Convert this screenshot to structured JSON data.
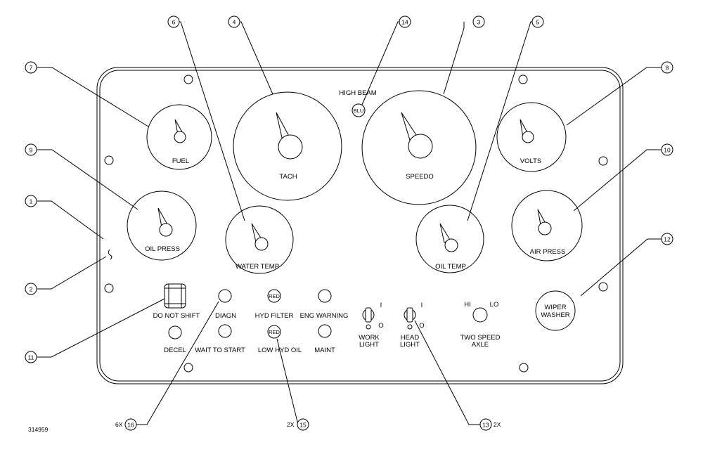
{
  "drawing_id": "314959",
  "gauges": {
    "fuel": "FUEL",
    "tach": "TACH",
    "speedo": "SPEEDO",
    "volts": "VOLTS",
    "oil_press": "OIL PRESS",
    "water_temp": "WATER TEMP",
    "oil_temp": "OIL TEMP",
    "air_press": "AIR PRESS"
  },
  "high_beam": {
    "label": "HIGH BEAM",
    "lens": "BLU"
  },
  "indicators": {
    "do_not_shift": "DO NOT SHIFT",
    "diagn": "DIAGN",
    "hyd_filter": "HYD FILTER",
    "hyd_filter_lens": "RED",
    "eng_warning": "ENG WARNING",
    "decel": "DECEL",
    "wait_to_start": "WAIT TO START",
    "low_hyd_oil": "LOW HYD OIL",
    "low_hyd_oil_lens": "RED",
    "maint": "MAINT"
  },
  "switches": {
    "work_light": [
      "WORK",
      "LIGHT"
    ],
    "head_light": [
      "HEAD",
      "LIGHT"
    ],
    "on_mark": "I",
    "off_mark": "O",
    "two_speed_axle": [
      "TWO SPEED",
      "AXLE"
    ],
    "hi": "HI",
    "lo": "LO",
    "wiper_washer": [
      "WIPER",
      "WASHER"
    ]
  },
  "callouts": {
    "c1": "1",
    "c2": "2",
    "c3": "3",
    "c4": "4",
    "c5": "5",
    "c6": "6",
    "c7": "7",
    "c8": "8",
    "c9": "9",
    "c10": "10",
    "c11": "11",
    "c12": "12",
    "c13": "13",
    "c14": "14",
    "c15": "15",
    "c16": "16"
  },
  "quantities": {
    "q13": "2X",
    "q15": "2X",
    "q16": "6X"
  }
}
